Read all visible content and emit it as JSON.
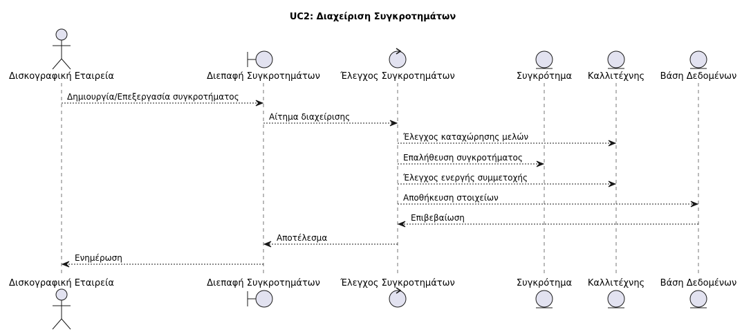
{
  "title": "UC2: Διαχείριση Συγκροτημάτων",
  "participants": [
    {
      "label": "Δισκογραφική Εταιρεία",
      "kind": "actor"
    },
    {
      "label": "Διεπαφή Συγκροτημάτων",
      "kind": "boundary"
    },
    {
      "label": "Έλεγχος Συγκροτημάτων",
      "kind": "control"
    },
    {
      "label": "Συγκρότημα",
      "kind": "entity"
    },
    {
      "label": "Καλλιτέχνης",
      "kind": "entity"
    },
    {
      "label": "Βάση Δεδομένων",
      "kind": "entity"
    }
  ],
  "messages": [
    {
      "from": 0,
      "to": 1,
      "label": "Δημιουργία/Επεξεργασία συγκροτήματος"
    },
    {
      "from": 1,
      "to": 2,
      "label": "Αίτημα διαχείρισης"
    },
    {
      "from": 2,
      "to": 4,
      "label": "Έλεγχος καταχώρησης μελών"
    },
    {
      "from": 2,
      "to": 3,
      "label": "Επαλήθευση συγκροτήματος"
    },
    {
      "from": 2,
      "to": 4,
      "label": "Έλεγχος ενεργής συμμετοχής"
    },
    {
      "from": 2,
      "to": 5,
      "label": "Αποθήκευση στοιχείων"
    },
    {
      "from": 5,
      "to": 2,
      "label": "Επιβεβαίωση"
    },
    {
      "from": 2,
      "to": 1,
      "label": "Αποτέλεσμα"
    },
    {
      "from": 1,
      "to": 0,
      "label": "Ενημέρωση"
    }
  ],
  "colors": {
    "fill": "#E2E2F0",
    "stroke": "#181818"
  }
}
